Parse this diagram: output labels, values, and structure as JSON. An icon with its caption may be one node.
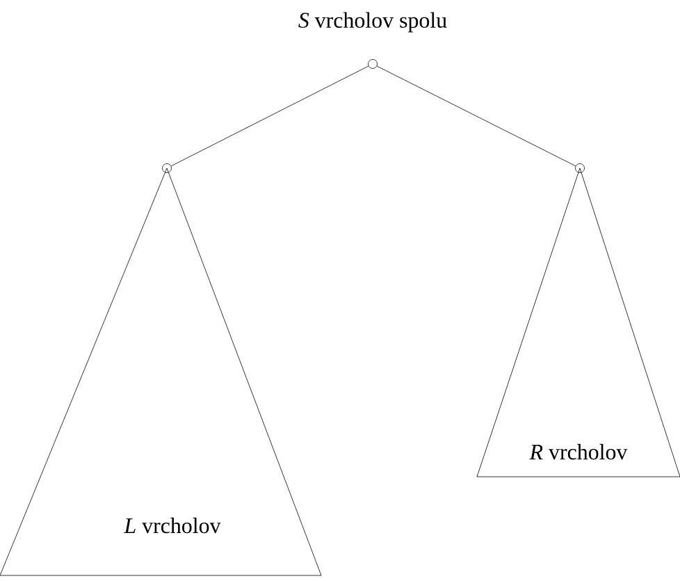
{
  "diagram": {
    "nodes": [
      {
        "text": [],
        "shape": "circle",
        "beside": [
          "*S* vrcholov spolu"
        ]
      },
      {
        "text": [],
        "shape": "circle"
      },
      {
        "text": [],
        "shape": "circle"
      },
      {
        "text": [
          "*L* vrcholov"
        ]
      },
      {
        "text": [
          "*R* vrcholov"
        ]
      }
    ],
    "edges": [
      {
        "from": 0,
        "to": 1,
        "arrow": "none"
      },
      {
        "from": 0,
        "to": 2,
        "arrow": "none"
      }
    ]
  }
}
